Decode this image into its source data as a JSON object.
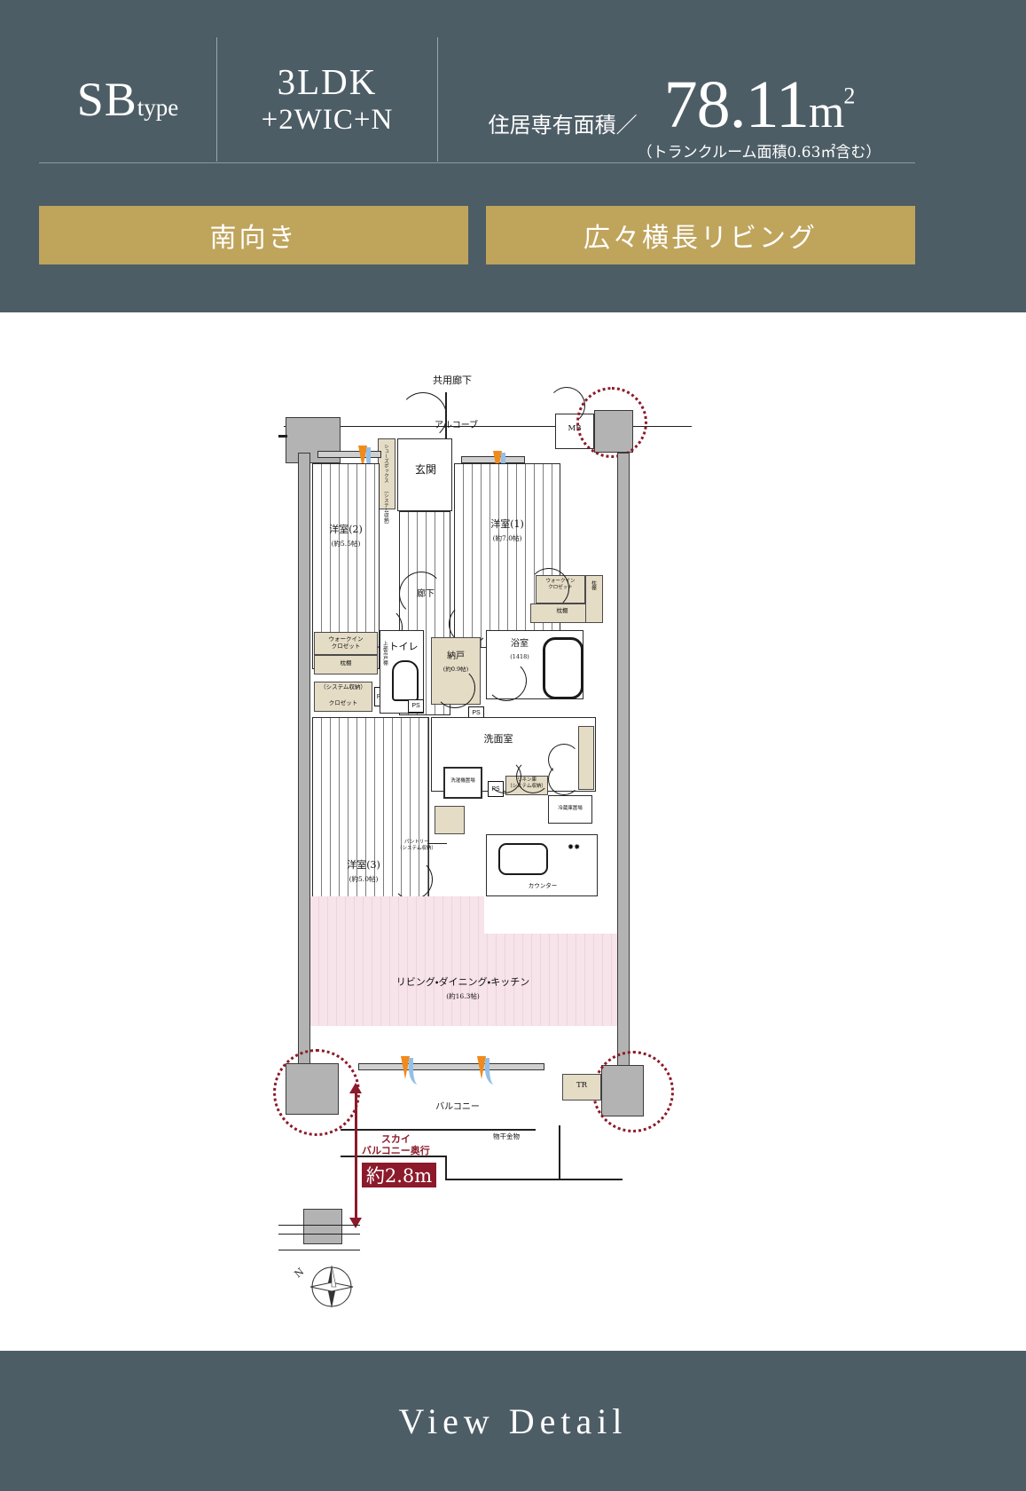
{
  "header": {
    "type_main": "SB",
    "type_sub": "type",
    "plan_line1": "3LDK",
    "plan_line2": "+2WIC+N",
    "area_label": "住居専有面積／",
    "area_number": "78.11",
    "area_unit": "m",
    "area_sup": "2",
    "area_note": "（トランクルーム面積0.63㎡含む）",
    "badges": [
      "南向き",
      "広々横長リビング"
    ],
    "accent_gold": "#bfa45c",
    "bg_navy": "#4d5d66"
  },
  "floorplan": {
    "corridor_top": "共用廊下",
    "alcove": "アルコーブ",
    "entrance": "玄関",
    "mb": "MB",
    "shoe_box": "シューズボックス\n（システム収納）",
    "room1": {
      "name": "洋室(1)",
      "size": "(約7.0帖)"
    },
    "room2": {
      "name": "洋室(2)",
      "size": "(約5.5帖)"
    },
    "room3": {
      "name": "洋室(3)",
      "size": "(約5.0帖)"
    },
    "hallway": "廊下",
    "toilet": "トイレ",
    "toilet_shelf": "上部吊戸棚",
    "wic_left_label": "ウォークイン\nクロゼット",
    "wic_left_shelf": "枕棚",
    "closet_left": "クロゼット",
    "closet_left_sys": "（システム収納）",
    "wic_right_label": "ウォークイン\nクロゼット",
    "wic_right_shelf": "枕棚",
    "wic_right_shelf2": "枕棚",
    "nando": {
      "name": "納戸",
      "size": "(約0.9帖)"
    },
    "bath": {
      "name": "浴室",
      "size": "(1418)"
    },
    "washroom": "洗面室",
    "washer": "洗濯機置場",
    "linen": "リネン庫\n（システム収納）",
    "fridge": "冷蔵庫置場",
    "pantry": "パントリー\n（システム収納）",
    "counter": "カウンター",
    "ldk": {
      "name": "リビング・ダイニング・キッチン",
      "size": "(約16.3帖)"
    },
    "balcony": "バルコニー",
    "laundry_pole": "物干金物",
    "trunk": "TR",
    "ps": "PS",
    "sky_balcony": {
      "line1": "スカイ",
      "line2": "バルコニー奥行",
      "value": "約2.8m"
    },
    "compass_n": "N",
    "ldk_fill": "#f7e3ea",
    "storage_fill": "#e5dcc6",
    "marker_color": "#8c1a2b"
  },
  "footer": {
    "cta": "View Detail"
  }
}
